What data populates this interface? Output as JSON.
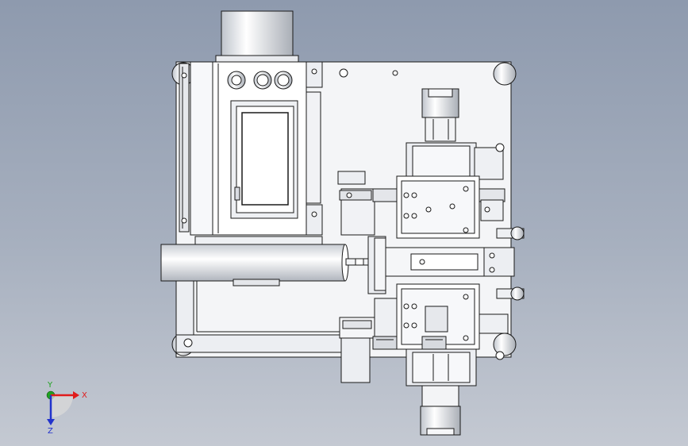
{
  "viewport": {
    "background_top": "#8e9aae",
    "background_bottom": "#c4c9d2"
  },
  "model": {
    "line_color": "#1a1a1a",
    "fill_color": "#ffffff",
    "shade_color": "#d9dce2"
  },
  "triad": {
    "x_label": "X",
    "y_label": "Y",
    "z_label": "Z",
    "x_color": "#e01b1b",
    "y_color": "#1fa31f",
    "z_color": "#2233cc"
  }
}
